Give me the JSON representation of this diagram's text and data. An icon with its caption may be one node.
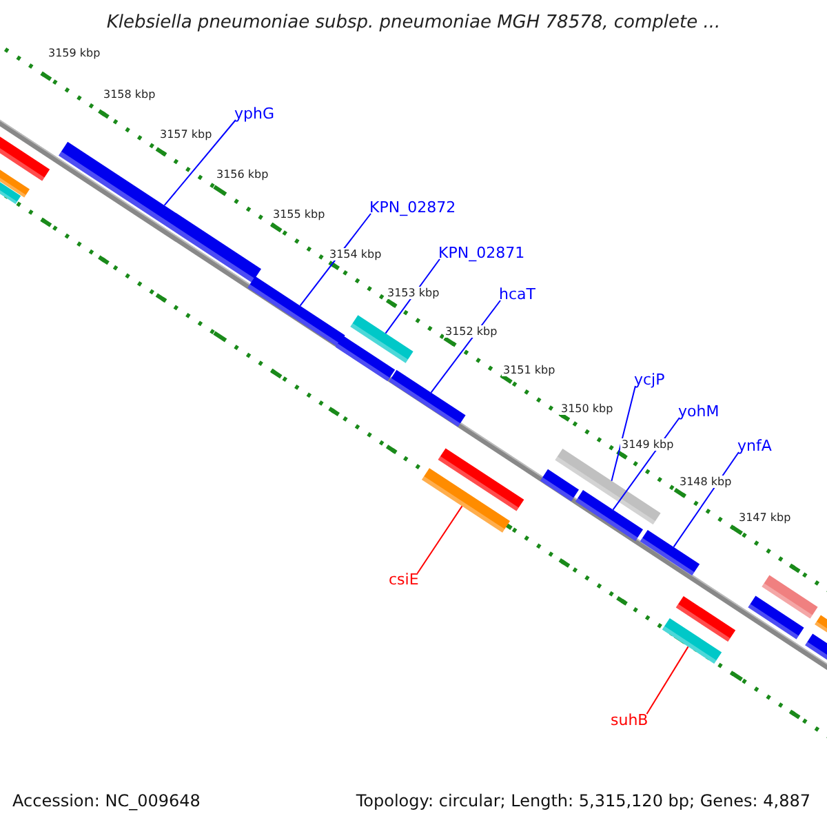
{
  "diagram": {
    "title": "Klebsiella pneumoniae subsp. pneumoniae MGH 78578, complete ...",
    "nodes": [
      {
        "text": [
          "yphG"
        ]
      },
      {
        "text": [
          "KPN_02872"
        ]
      },
      {
        "text": [
          "KPN_02871"
        ]
      },
      {
        "text": [
          "hcaT"
        ]
      },
      {
        "text": [
          "ycjP"
        ]
      },
      {
        "text": [
          "yohM"
        ]
      },
      {
        "text": [
          "ynfA"
        ]
      },
      {
        "text": [
          "csiE"
        ]
      },
      {
        "text": [
          "suhB"
        ]
      },
      {
        "text": [],
        "shape": "bar"
      },
      {
        "text": [],
        "shape": "bar"
      },
      {
        "text": [],
        "shape": "bar"
      },
      {
        "text": [],
        "shape": "bar"
      },
      {
        "text": [],
        "shape": "bar"
      },
      {
        "text": [],
        "shape": "bar"
      },
      {
        "text": [],
        "shape": "bar"
      },
      {
        "text": [],
        "shape": "bar"
      },
      {
        "text": [],
        "shape": "bar"
      },
      {
        "text": [],
        "shape": "bar"
      },
      {
        "text": [],
        "shape": "bar"
      },
      {
        "text": [],
        "shape": "bar"
      },
      {
        "text": [],
        "shape": "bar"
      },
      {
        "text": [],
        "shape": "bar"
      },
      {
        "text": [],
        "shape": "bar"
      },
      {
        "text": [],
        "shape": "bar"
      },
      {
        "text": [],
        "shape": "bar"
      },
      {
        "text": [],
        "shape": "bar"
      },
      {
        "text": [],
        "shape": "bar"
      },
      {
        "text": [],
        "shape": "bar"
      }
    ],
    "edges": [
      {
        "from": 0,
        "to": 12,
        "arrow": "none"
      },
      {
        "from": 1,
        "to": 13,
        "arrow": "none"
      },
      {
        "from": 2,
        "to": 14,
        "arrow": "none"
      },
      {
        "from": 3,
        "to": 16,
        "arrow": "none"
      },
      {
        "from": 4,
        "to": 19,
        "arrow": "none"
      },
      {
        "from": 5,
        "to": 21,
        "arrow": "none"
      },
      {
        "from": 6,
        "to": 22,
        "arrow": "none"
      },
      {
        "from": 7,
        "to": 18,
        "arrow": "none",
        "color": "#ff0000"
      },
      {
        "from": 8,
        "to": 28,
        "arrow": "none",
        "color": "#ff0000"
      }
    ],
    "labels": [
      "3159 kbp",
      "3158 kbp",
      "3157 kbp",
      "3156 kbp",
      "3155 kbp",
      "3154 kbp",
      "3153 kbp",
      "3152 kbp",
      "3151 kbp",
      "3150 kbp",
      "3149 kbp",
      "3148 kbp",
      "3147 kbp",
      "Accession: NC_009648",
      "Topology: circular; Length: 5,315,120 bp; Genes: 4,887"
    ]
  }
}
